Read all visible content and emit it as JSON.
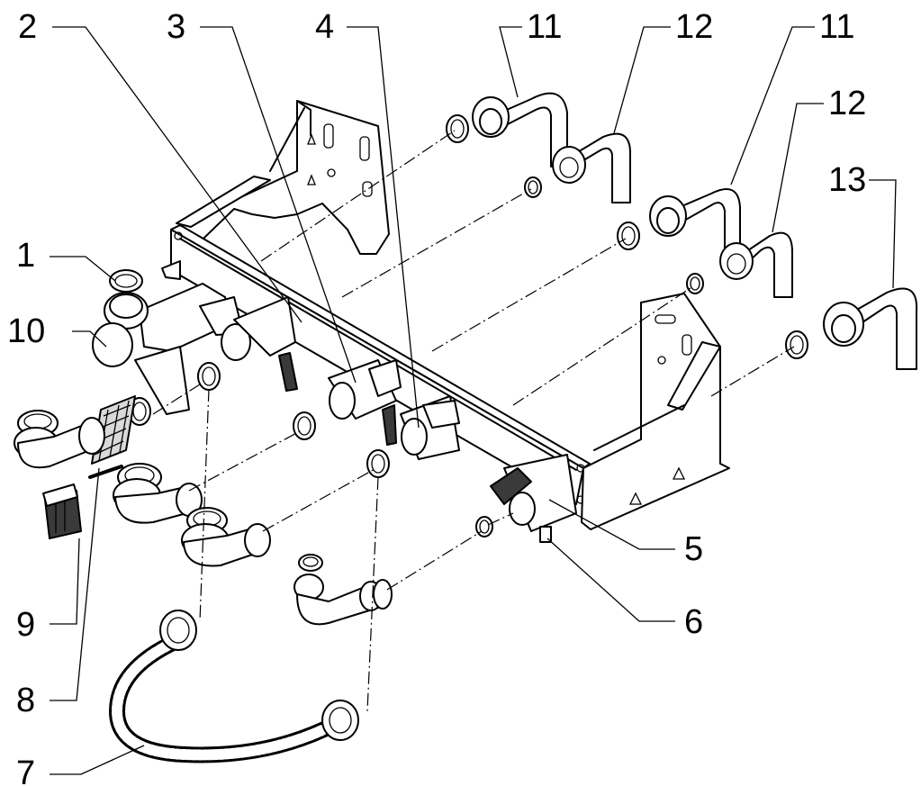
{
  "callouts": [
    {
      "id": "c1",
      "text": "1"
    },
    {
      "id": "c2",
      "text": "2"
    },
    {
      "id": "c3",
      "text": "3"
    },
    {
      "id": "c4",
      "text": "4"
    },
    {
      "id": "c5",
      "text": "5"
    },
    {
      "id": "c6",
      "text": "6"
    },
    {
      "id": "c7",
      "text": "7"
    },
    {
      "id": "c8",
      "text": "8"
    },
    {
      "id": "c9",
      "text": "9"
    },
    {
      "id": "c10",
      "text": "10"
    },
    {
      "id": "c11a",
      "text": "11"
    },
    {
      "id": "c12a",
      "text": "12"
    },
    {
      "id": "c11b",
      "text": "11"
    },
    {
      "id": "c12b",
      "text": "12"
    },
    {
      "id": "c13",
      "text": "13"
    }
  ]
}
